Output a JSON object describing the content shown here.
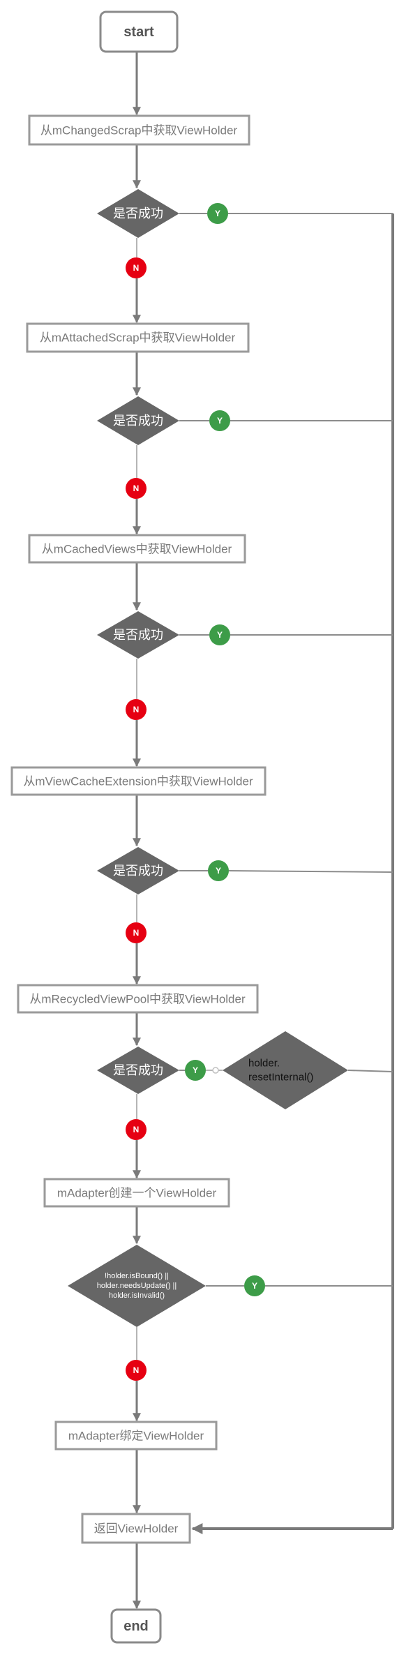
{
  "flow": {
    "start_label": "start",
    "fetch_steps": [
      "从mChangedScrap中获取ViewHolder",
      "从mAttachedScrap中获取ViewHolder",
      "从mCachedViews中获取ViewHolder",
      "从mViewCacheExtension中获取ViewHolder",
      "从mRecycledViewPool中获取ViewHolder"
    ],
    "success_checks": [
      "是否成功",
      "是否成功",
      "是否成功",
      "是否成功",
      "是否成功"
    ],
    "reset_action_lines": [
      "holder.",
      "resetInternal()"
    ],
    "create_step": "mAdapter创建一个ViewHolder",
    "bind_check_lines": [
      "!holder.isBound() ||",
      "holder.needsUpdate() ||",
      "holder.isInvalid()"
    ],
    "bind_step": "mAdapter绑定ViewHolder",
    "return_step": "返回ViewHolder",
    "end_label": "end"
  },
  "branch_labels": {
    "yes": "Y",
    "no": "N"
  },
  "colors": {
    "box_border": "#9a9a9a",
    "box_text": "#7a7a7a",
    "diamond_fill": "#666666",
    "yes_badge": "#3d9c48",
    "no_badge": "#e60012",
    "line": "#7a7a7a"
  }
}
